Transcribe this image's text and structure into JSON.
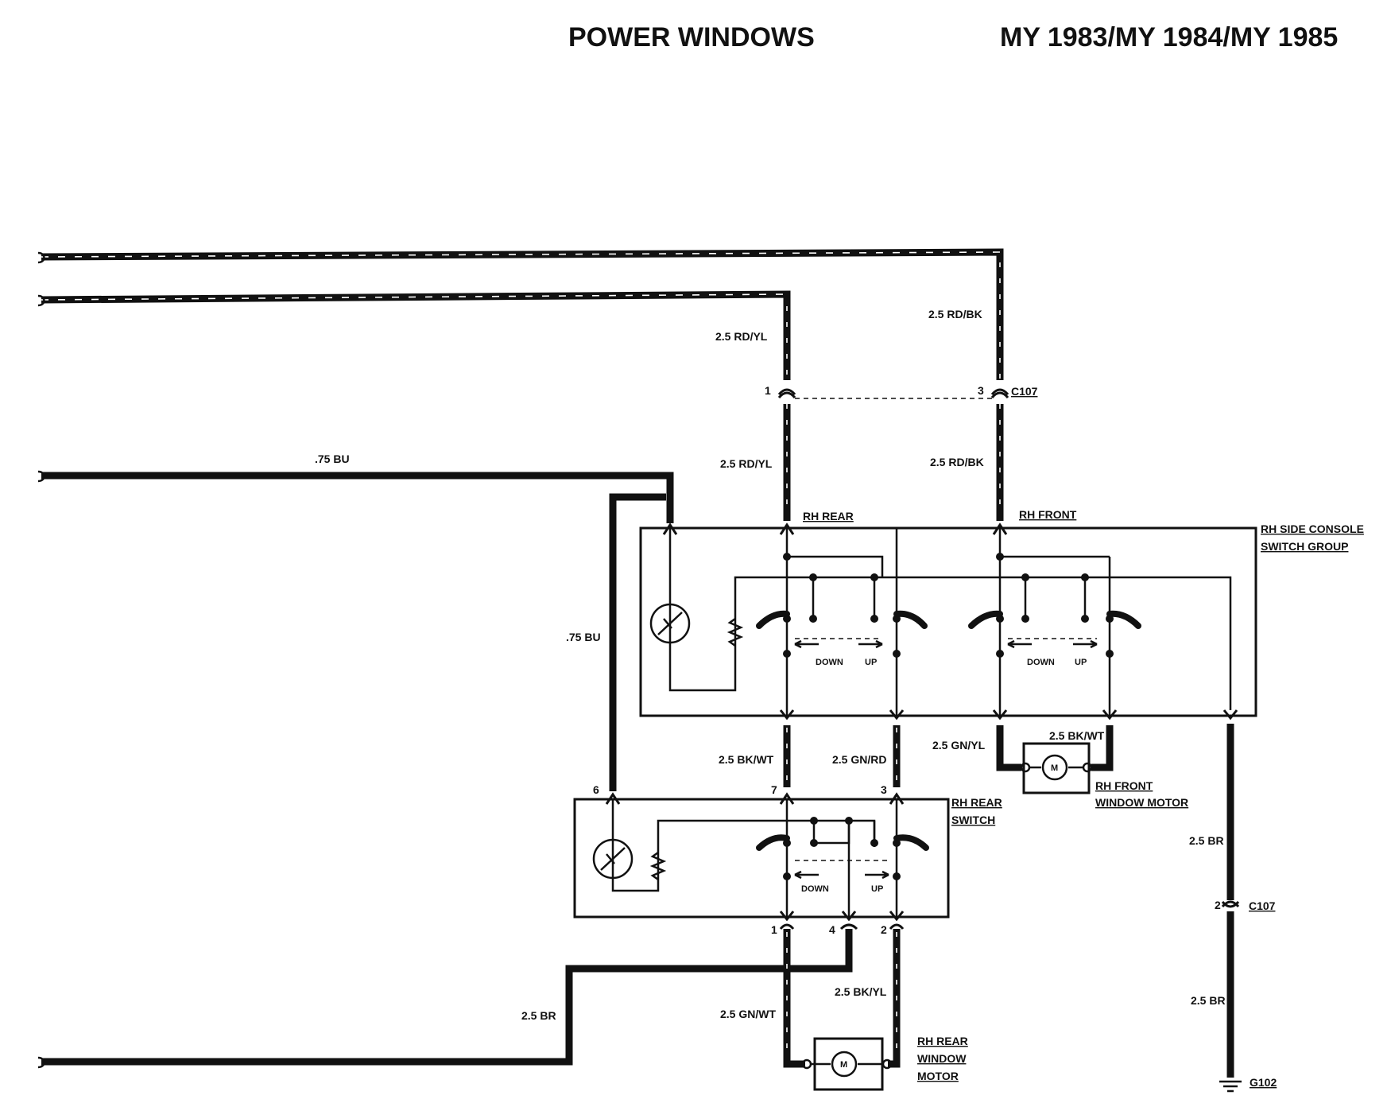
{
  "title": "POWER WINDOWS",
  "model_years": "MY 1983/MY 1984/MY 1985",
  "wires": {
    "rd_yl_top": "2.5 RD/YL",
    "rd_yl_bottom": "2.5 RD/YL",
    "rd_bk_top": "2.5 RD/BK",
    "rd_bk_bottom": "2.5 RD/BK",
    "bu_horizontal": ".75 BU",
    "bu_vertical": ".75 BU",
    "bk_wt": "2.5 BK/WT",
    "gn_rd": "2.5 GN/RD",
    "gn_yl": "2.5 GN/YL",
    "bk_wt_front": "2.5 BK/WT",
    "br_upper": "2.5 BR",
    "br_lower": "2.5 BR",
    "br_left": "2.5 BR",
    "gn_wt": "2.5 GN/WT",
    "bk_yl": "2.5 BK/YL"
  },
  "connectors": {
    "c107_top": "C107",
    "c107_bottom": "C107",
    "g102": "G102",
    "pin_1_top": "1",
    "pin_3_top": "3",
    "pin_2_c107": "2",
    "pin_6": "6",
    "pin_7": "7",
    "pin_3": "3",
    "pin_1": "1",
    "pin_4": "4",
    "pin_2": "2"
  },
  "components": {
    "rh_rear": "RH REAR",
    "rh_front": "RH FRONT",
    "console_line1": "RH SIDE CONSOLE",
    "console_line2": "SWITCH GROUP",
    "rear_switch_line1": "RH REAR",
    "rear_switch_line2": "SWITCH",
    "front_motor_line1": "RH FRONT",
    "front_motor_line2": "WINDOW MOTOR",
    "rear_motor_line1": "RH REAR",
    "rear_motor_line2": "WINDOW",
    "rear_motor_line3": "MOTOR",
    "motor_symbol": "M"
  },
  "switch_labels": {
    "down": "DOWN",
    "up": "UP"
  }
}
